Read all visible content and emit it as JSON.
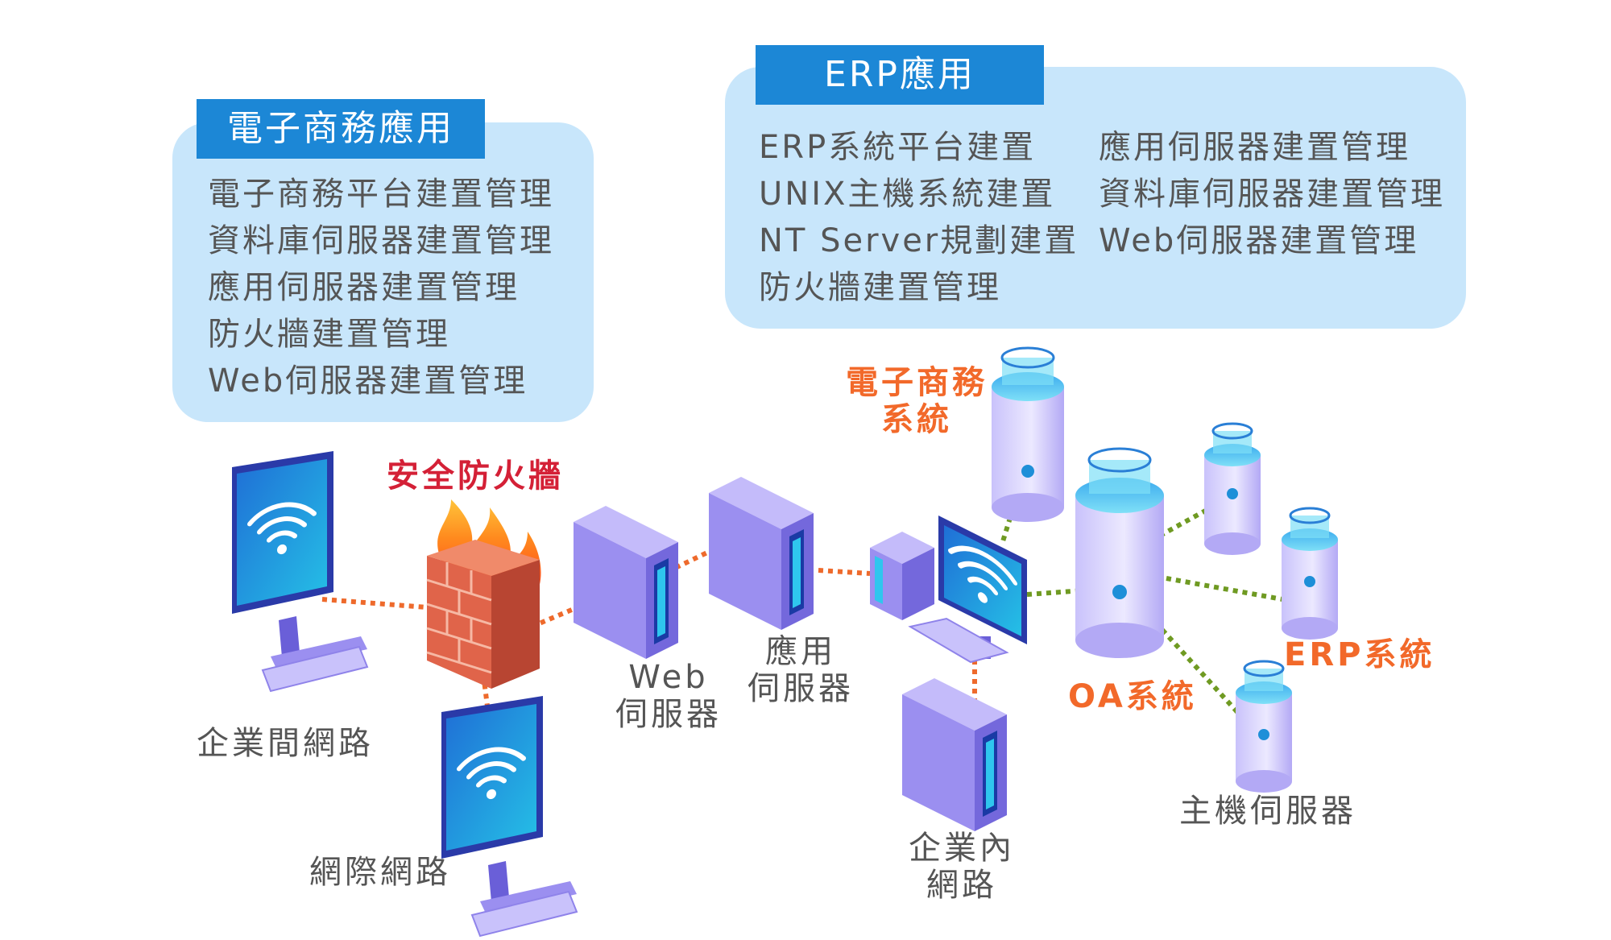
{
  "ecommerce_panel": {
    "title": "電子商務應用",
    "items": [
      "電子商務平台建置管理",
      "資料庫伺服器建置管理",
      "應用伺服器建置管理",
      "防火牆建置管理",
      "Web伺服器建置管理"
    ]
  },
  "erp_panel": {
    "title": "ERP應用",
    "items_left": [
      "ERP系統平台建置",
      "UNIX主機系統建置",
      "NT Server規劃建置",
      "防火牆建置管理"
    ],
    "items_right": [
      "應用伺服器建置管理",
      "資料庫伺服器建置管理",
      "Web伺服器建置管理"
    ]
  },
  "labels": {
    "firewall": "安全防火牆",
    "ecommerce_system_1": "電子商務",
    "ecommerce_system_2": "系統",
    "web_server_1": "Web",
    "web_server_2": "伺服器",
    "app_server_1": "應用",
    "app_server_2": "伺服器",
    "intranet_1": "企業內",
    "intranet_2": "網路",
    "extranet": "企業間網路",
    "internet": "網際網路",
    "oa_system": "OA系統",
    "erp_system": "ERP系統",
    "host_server": "主機伺服器"
  },
  "colors": {
    "panel_bg": "#c8e6fb",
    "tag_bg": "#1c87d6",
    "orange_link": "#ee6a2c",
    "green_link": "#6f9a22",
    "label_orange": "#f2692a",
    "label_red": "#d42036",
    "device_purple": "#9b8ff0",
    "screen_blue": "#1e8fd8"
  }
}
